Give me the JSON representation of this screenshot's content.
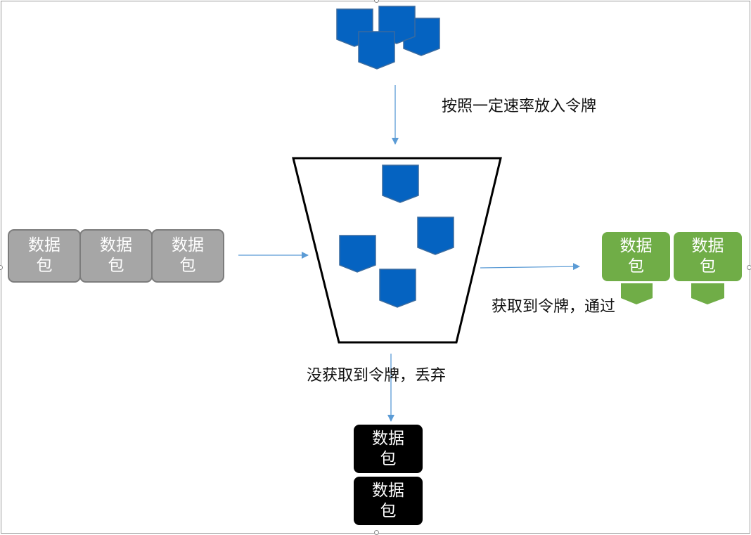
{
  "colors": {
    "token_fill": "#0563c1",
    "token_stroke": "#3a6b9f",
    "arrow": "#5b9bd5",
    "gray_packet": "#a6a6a6",
    "green_packet": "#70ad47",
    "black_packet": "#000000"
  },
  "labels": {
    "fill_rate": "按照一定速率放入令牌",
    "pass": "获取到令牌，通过",
    "drop": "没获取到令牌，丢弃"
  },
  "packets": {
    "incoming": [
      "数据\n包",
      "数据\n包",
      "数据\n包"
    ],
    "passed": [
      "数据\n包",
      "数据\n包"
    ],
    "dropped": [
      "数据\n包",
      "数据\n包"
    ]
  }
}
